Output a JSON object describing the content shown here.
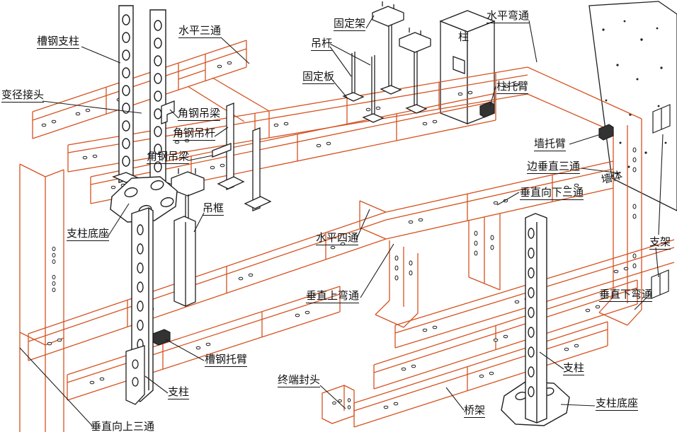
{
  "colors": {
    "tray_outline": "#d5521f",
    "structure_outline": "#1f1f1f",
    "background": "#ffffff",
    "label_text": "#111111"
  },
  "labels": [
    {
      "id": "channel-steel-column",
      "text": "槽钢支柱",
      "underline": true
    },
    {
      "id": "horizontal-tee",
      "text": "水平三通",
      "underline": true
    },
    {
      "id": "reducer-joint",
      "text": "变径接头",
      "underline": true
    },
    {
      "id": "angle-steel-hanging-beam-1",
      "text": "角钢吊梁",
      "underline": true
    },
    {
      "id": "angle-steel-hanger-rod",
      "text": "角钢吊杆",
      "underline": true
    },
    {
      "id": "angle-steel-hanging-beam-2",
      "text": "角钢吊梁",
      "underline": true
    },
    {
      "id": "hanging-frame",
      "text": "吊框",
      "underline": true
    },
    {
      "id": "fixing-bracket",
      "text": "固定架",
      "underline": true
    },
    {
      "id": "hanger-rod",
      "text": "吊杆",
      "underline": true
    },
    {
      "id": "fixing-plate",
      "text": "固定板",
      "underline": true
    },
    {
      "id": "column",
      "text": "柱",
      "underline": false
    },
    {
      "id": "horizontal-bend",
      "text": "水平弯通",
      "underline": true
    },
    {
      "id": "column-bracket-arm",
      "text": "柱托臂",
      "underline": true
    },
    {
      "id": "wall-bracket-arm",
      "text": "墙托臂",
      "underline": true
    },
    {
      "id": "edge-vertical-tee",
      "text": "边垂直三通",
      "underline": true
    },
    {
      "id": "vertical-downward-tee",
      "text": "垂直向下三通",
      "underline": true
    },
    {
      "id": "wall-body",
      "text": "墙体",
      "underline": false
    },
    {
      "id": "support-bracket",
      "text": "支架",
      "underline": true
    },
    {
      "id": "horizontal-cross",
      "text": "水平四通",
      "underline": true
    },
    {
      "id": "vertical-up-bend",
      "text": "垂直上弯通",
      "underline": true
    },
    {
      "id": "vertical-down-bend",
      "text": "垂直下弯通",
      "underline": true
    },
    {
      "id": "support-column-base-left",
      "text": "支柱底座",
      "underline": true
    },
    {
      "id": "channel-steel-bracket-arm",
      "text": "槽钢托臂",
      "underline": true
    },
    {
      "id": "support-column-small",
      "text": "支柱",
      "underline": true
    },
    {
      "id": "vertical-upward-tee",
      "text": "垂直向上三通",
      "underline": true
    },
    {
      "id": "terminal-end-cap",
      "text": "终端封头",
      "underline": true
    },
    {
      "id": "cable-tray",
      "text": "桥架",
      "underline": true
    },
    {
      "id": "support-column-right",
      "text": "支柱",
      "underline": true
    },
    {
      "id": "support-column-base-right",
      "text": "支柱底座",
      "underline": true
    }
  ]
}
